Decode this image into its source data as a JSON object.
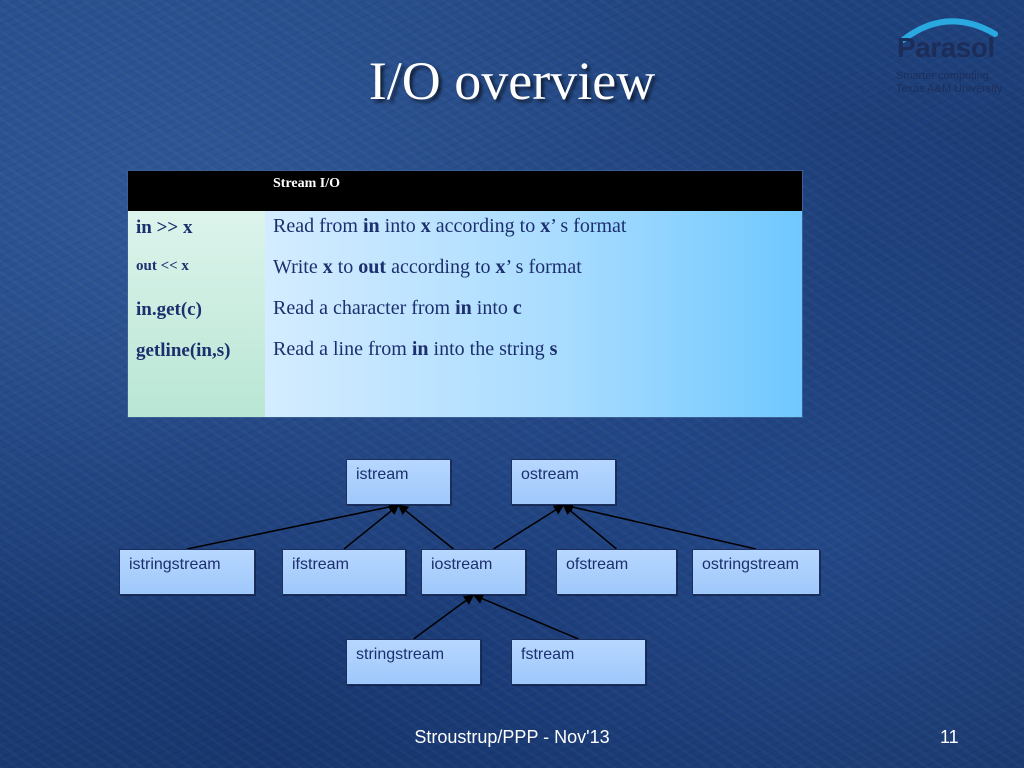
{
  "slide": {
    "title": "I/O overview",
    "footer": "Stroustrup/PPP - Nov'13",
    "page_number": "11"
  },
  "logo": {
    "name": "Parasol",
    "tagline_1": "Smarter computing.",
    "tagline_2": "Texas A&M University",
    "colors": {
      "arc": "#2aa9e0",
      "text": "#1d2d5a"
    }
  },
  "table": {
    "header": "Stream I/O",
    "rows": [
      {
        "expr": "in >> x",
        "desc": [
          "Read from ",
          {
            "b": "in"
          },
          " into ",
          {
            "b": "x"
          },
          " according to ",
          {
            "b": "x"
          },
          "’ s format"
        ]
      },
      {
        "expr": "out << x",
        "desc": [
          "Write ",
          {
            "b": "x"
          },
          " to ",
          {
            "b": "out"
          },
          " according to ",
          {
            "b": "x"
          },
          "’ s format"
        ]
      },
      {
        "expr": "in.get(c)",
        "desc": [
          "Read a character from ",
          {
            "b": "in"
          },
          " into ",
          {
            "b": "c"
          }
        ]
      },
      {
        "expr": "getline(in,s)",
        "desc": [
          "Read a line from ",
          {
            "b": "in"
          },
          " into the string ",
          {
            "b": "s"
          }
        ]
      }
    ]
  },
  "diagram": {
    "nodes": {
      "istream": "istream",
      "ostream": "ostream",
      "istringstream": "istringstream",
      "ifstream": "ifstream",
      "iostream": "iostream",
      "ofstream": "ofstream",
      "ostringstream": "ostringstream",
      "stringstream": "stringstream",
      "fstream": "fstream"
    },
    "edges": [
      {
        "from": "istringstream",
        "to": "istream"
      },
      {
        "from": "ifstream",
        "to": "istream"
      },
      {
        "from": "iostream",
        "to": "istream"
      },
      {
        "from": "iostream",
        "to": "ostream"
      },
      {
        "from": "ofstream",
        "to": "ostream"
      },
      {
        "from": "ostringstream",
        "to": "ostream"
      },
      {
        "from": "stringstream",
        "to": "iostream"
      },
      {
        "from": "fstream",
        "to": "iostream"
      }
    ]
  }
}
